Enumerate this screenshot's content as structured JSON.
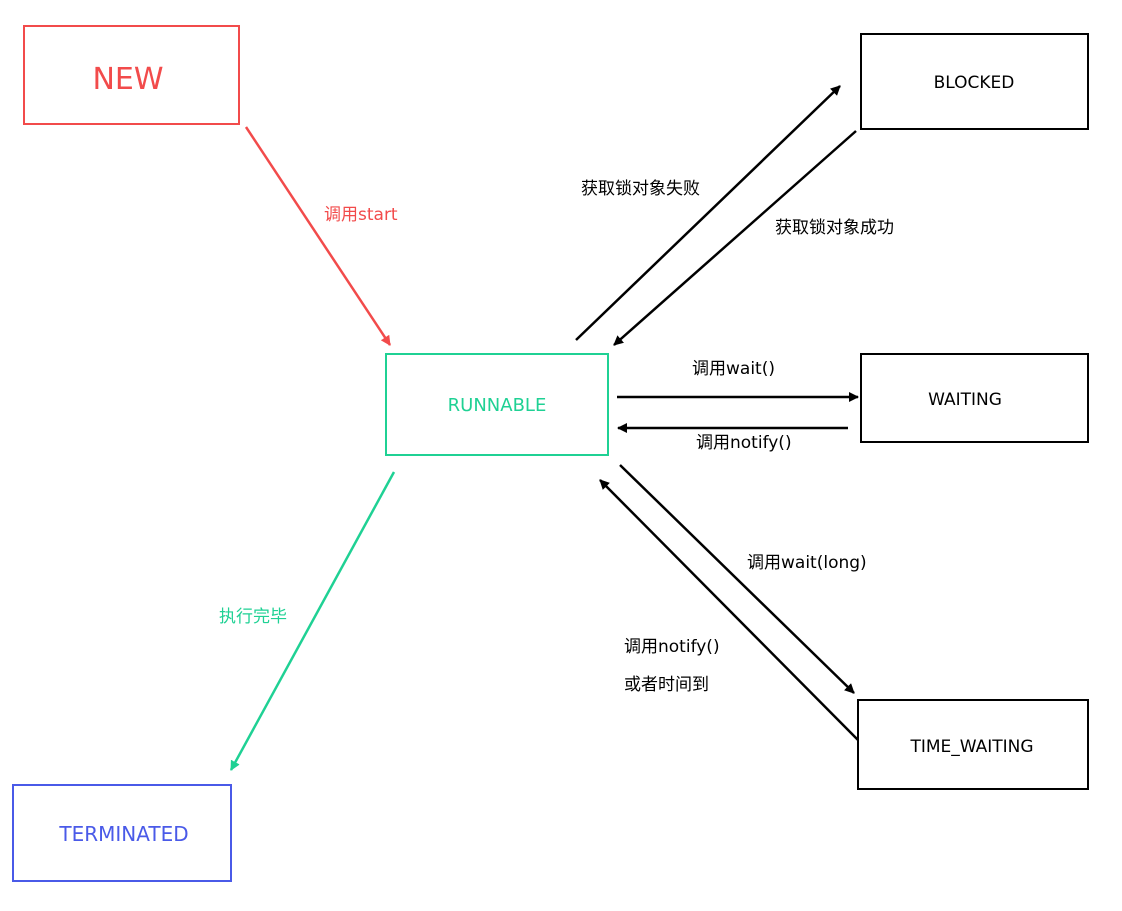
{
  "nodes": {
    "new": {
      "label": "NEW",
      "color": "#f24b4b"
    },
    "runnable": {
      "label": "RUNNABLE",
      "color": "#1fd194"
    },
    "terminated": {
      "label": "TERMINATED",
      "color": "#4a5ae8"
    },
    "blocked": {
      "label": "BLOCKED",
      "color": "#000000"
    },
    "waiting": {
      "label": "WAITING",
      "color": "#000000"
    },
    "time_waiting": {
      "label": "TIME_WAITING",
      "color": "#000000"
    }
  },
  "edges": {
    "new_to_runnable": {
      "label": "调用start",
      "color": "#f24b4b"
    },
    "runnable_to_terminated": {
      "label": "执行完毕",
      "color": "#1fd194"
    },
    "runnable_to_blocked": {
      "label": "获取锁对象失败",
      "color": "#000000"
    },
    "blocked_to_runnable": {
      "label": "获取锁对象成功",
      "color": "#000000"
    },
    "runnable_to_waiting": {
      "label": "调用wait()",
      "color": "#000000"
    },
    "waiting_to_runnable": {
      "label": "调用notify()",
      "color": "#000000"
    },
    "runnable_to_time_waiting": {
      "label": "调用wait(long)",
      "color": "#000000"
    },
    "time_waiting_to_runnable": {
      "label_line1": "调用notify()",
      "label_line2": "或者时间到",
      "color": "#000000"
    }
  }
}
